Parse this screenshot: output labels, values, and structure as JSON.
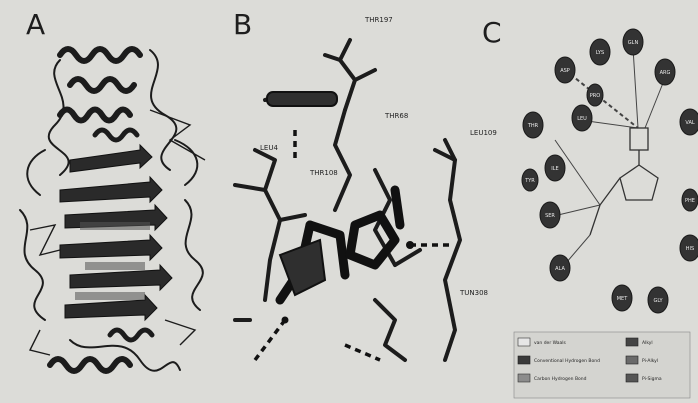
{
  "panels": {
    "a": {
      "letter": "A"
    },
    "b": {
      "letter": "B"
    },
    "c": {
      "letter": "C"
    }
  },
  "residues_b": [
    "THR197",
    "THR68",
    "LEU109",
    "LEU4",
    "THR108",
    "TUN308"
  ],
  "nodes_c": [
    "LYS",
    "GLN",
    "ASP",
    "ARG",
    "THR",
    "LEU",
    "VAL",
    "ILE",
    "SER",
    "ALA",
    "HIS",
    "GLY",
    "MET",
    "PHE",
    "TYR",
    "PRO"
  ],
  "legend": [
    "van der Waals",
    "Conventional Hydrogen Bond",
    "Carbon Hydrogen Bond",
    "Alkyl",
    "Pi-Alkyl",
    "Pi-Sigma"
  ],
  "colors": {
    "ink": "#1c1c1c",
    "node": "#333333",
    "background": "#dcdcd8"
  }
}
